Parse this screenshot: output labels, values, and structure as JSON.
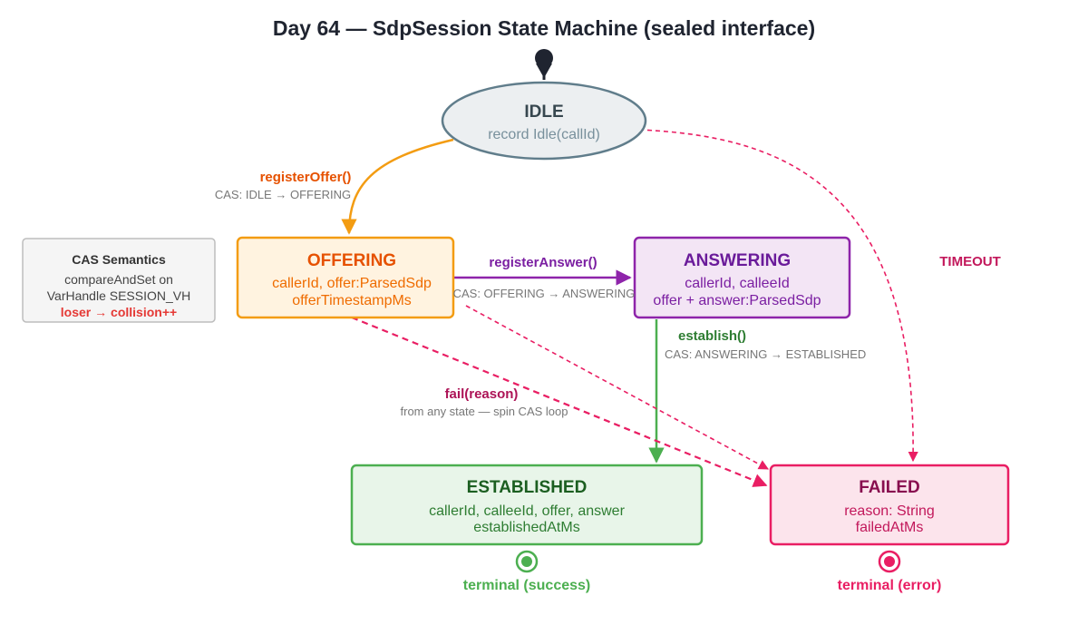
{
  "title": "Day 64 — SdpSession State Machine (sealed interface)",
  "states": {
    "idle": {
      "name": "IDLE",
      "body": [
        "record Idle(callId)"
      ]
    },
    "offering": {
      "name": "OFFERING",
      "body": [
        "callerId, offer:ParsedSdp",
        "offerTimestampMs"
      ]
    },
    "answering": {
      "name": "ANSWERING",
      "body": [
        "callerId, calleeId",
        "offer + answer:ParsedSdp"
      ]
    },
    "established": {
      "name": "ESTABLISHED",
      "body": [
        "callerId, calleeId, offer, answer",
        "establishedAtMs"
      ]
    },
    "failed": {
      "name": "FAILED",
      "body": [
        "reason: String",
        "failedAtMs"
      ]
    }
  },
  "transitions": {
    "register_offer": {
      "label": "registerOffer()",
      "cas": "CAS: IDLE → OFFERING"
    },
    "register_answer": {
      "label": "registerAnswer()",
      "cas": "CAS: OFFERING → ANSWERING"
    },
    "establish": {
      "label": "establish()",
      "cas": "CAS: ANSWERING → ESTABLISHED"
    },
    "fail": {
      "label": "fail(reason)",
      "cas": "from any state — spin CAS loop"
    },
    "timeout": {
      "label": "TIMEOUT"
    }
  },
  "note": {
    "title": "CAS Semantics",
    "lines": [
      "compareAndSet on",
      "VarHandle SESSION_VH"
    ],
    "alert": "loser → collision++"
  },
  "terminals": {
    "success": "terminal (success)",
    "error": "terminal (error)"
  },
  "colors": {
    "idle": "#607d8b",
    "offering": "#f39c12",
    "answering": "#8e24aa",
    "established": "#4caf50",
    "failed": "#e91e63",
    "alert": "#e53935"
  }
}
